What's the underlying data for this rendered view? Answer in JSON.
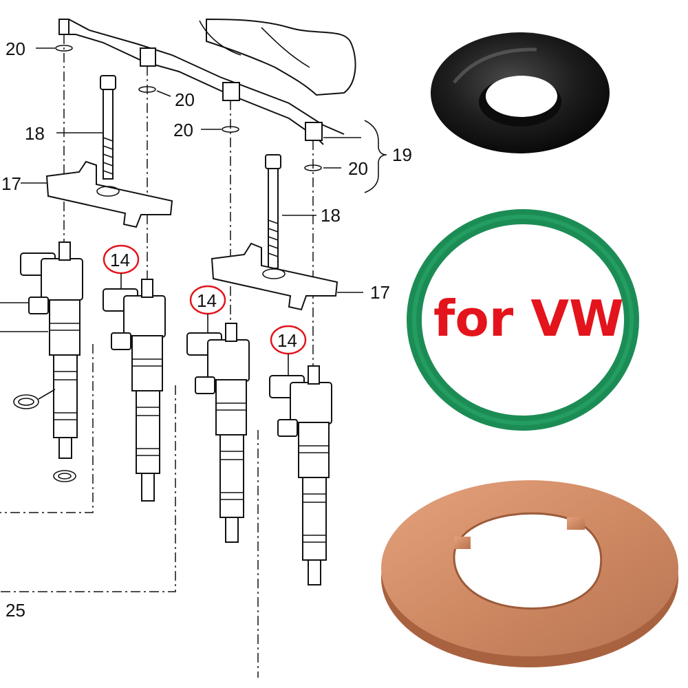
{
  "diagram": {
    "callouts": {
      "c20": "20",
      "c18": "18",
      "c17": "17",
      "c19": "19",
      "c14": "14",
      "c25": "25"
    },
    "highlight_color": "#e3141c"
  },
  "product": {
    "brand_label": "for VW",
    "parts": [
      "black-rubber-o-ring",
      "green-o-ring",
      "copper-washer"
    ],
    "colors": {
      "black_ring": "#1b1b1b",
      "green_ring": "#1c8c55",
      "copper_washer": "#d08a62"
    }
  }
}
